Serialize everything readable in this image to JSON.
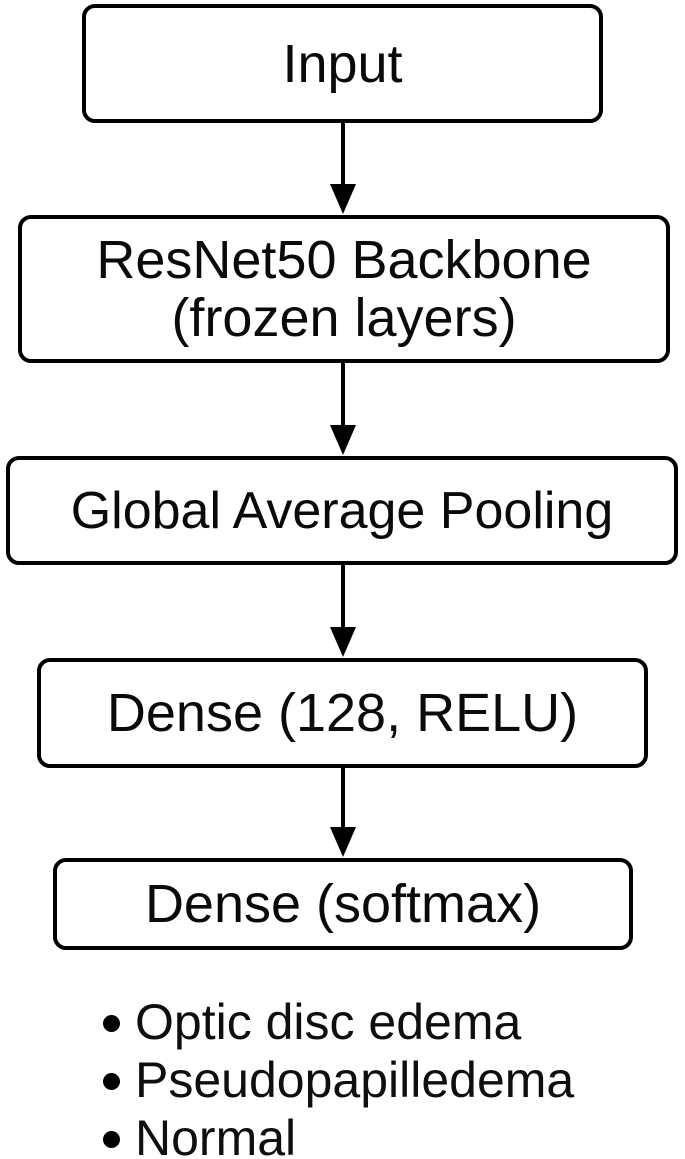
{
  "diagram": {
    "type": "flowchart",
    "description": "CNN model architecture flow diagram",
    "nodes": [
      {
        "id": "input",
        "label": "Input"
      },
      {
        "id": "resnet50-backbone",
        "label": "ResNet50 Backbone",
        "sublabel": "(frozen layers)"
      },
      {
        "id": "global-average-pooling",
        "label": "Global Average Pooling"
      },
      {
        "id": "dense-relu",
        "label": "Dense (128, RELU)"
      },
      {
        "id": "dense-softmax",
        "label": "Dense (softmax)"
      }
    ],
    "edges": [
      {
        "from": "input",
        "to": "resnet50-backbone"
      },
      {
        "from": "resnet50-backbone",
        "to": "global-average-pooling"
      },
      {
        "from": "global-average-pooling",
        "to": "dense-relu"
      },
      {
        "from": "dense-relu",
        "to": "dense-softmax"
      }
    ],
    "outputs": {
      "items": [
        "Optic disc edema",
        "Pseudopapilledema",
        "Normal"
      ]
    },
    "colors": {
      "background": "#ffffff",
      "box_border": "#000000",
      "box_fill": "#ffffff",
      "text": "#0a0a0a",
      "arrow": "#000000"
    }
  }
}
